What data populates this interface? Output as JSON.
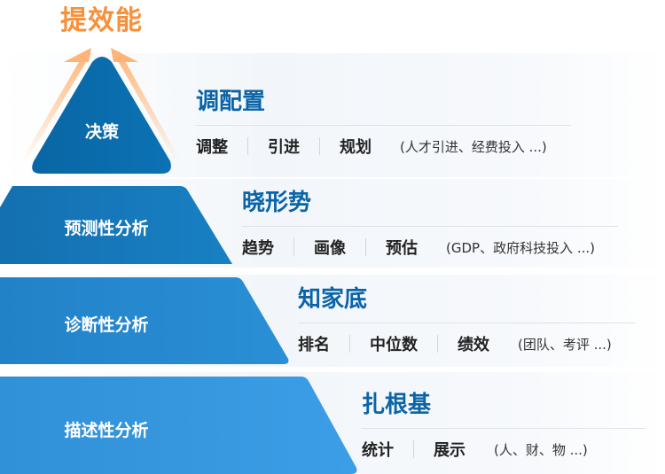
{
  "goal": "提效能",
  "tiers": [
    {
      "label": "决策",
      "title": "调配置",
      "items": [
        "调整",
        "引进",
        "规划"
      ],
      "note": "(人才引进、经费投入 ...)"
    },
    {
      "label": "预测性分析",
      "title": "晓形势",
      "items": [
        "趋势",
        "画像",
        "预估"
      ],
      "note": "(GDP、政府科技投入 ...)"
    },
    {
      "label": "诊断性分析",
      "title": "知家底",
      "items": [
        "排名",
        "中位数",
        "绩效"
      ],
      "note": "(团队、考评 ...)"
    },
    {
      "label": "描述性分析",
      "title": "扎根基",
      "items": [
        "统计",
        "展示"
      ],
      "note": "(人、财、物 ...)"
    }
  ],
  "colors": {
    "goal": "#f7903a",
    "title": "#0a64a8",
    "tier1": "#0a6aa8",
    "tier4": "#3a9ce0"
  }
}
